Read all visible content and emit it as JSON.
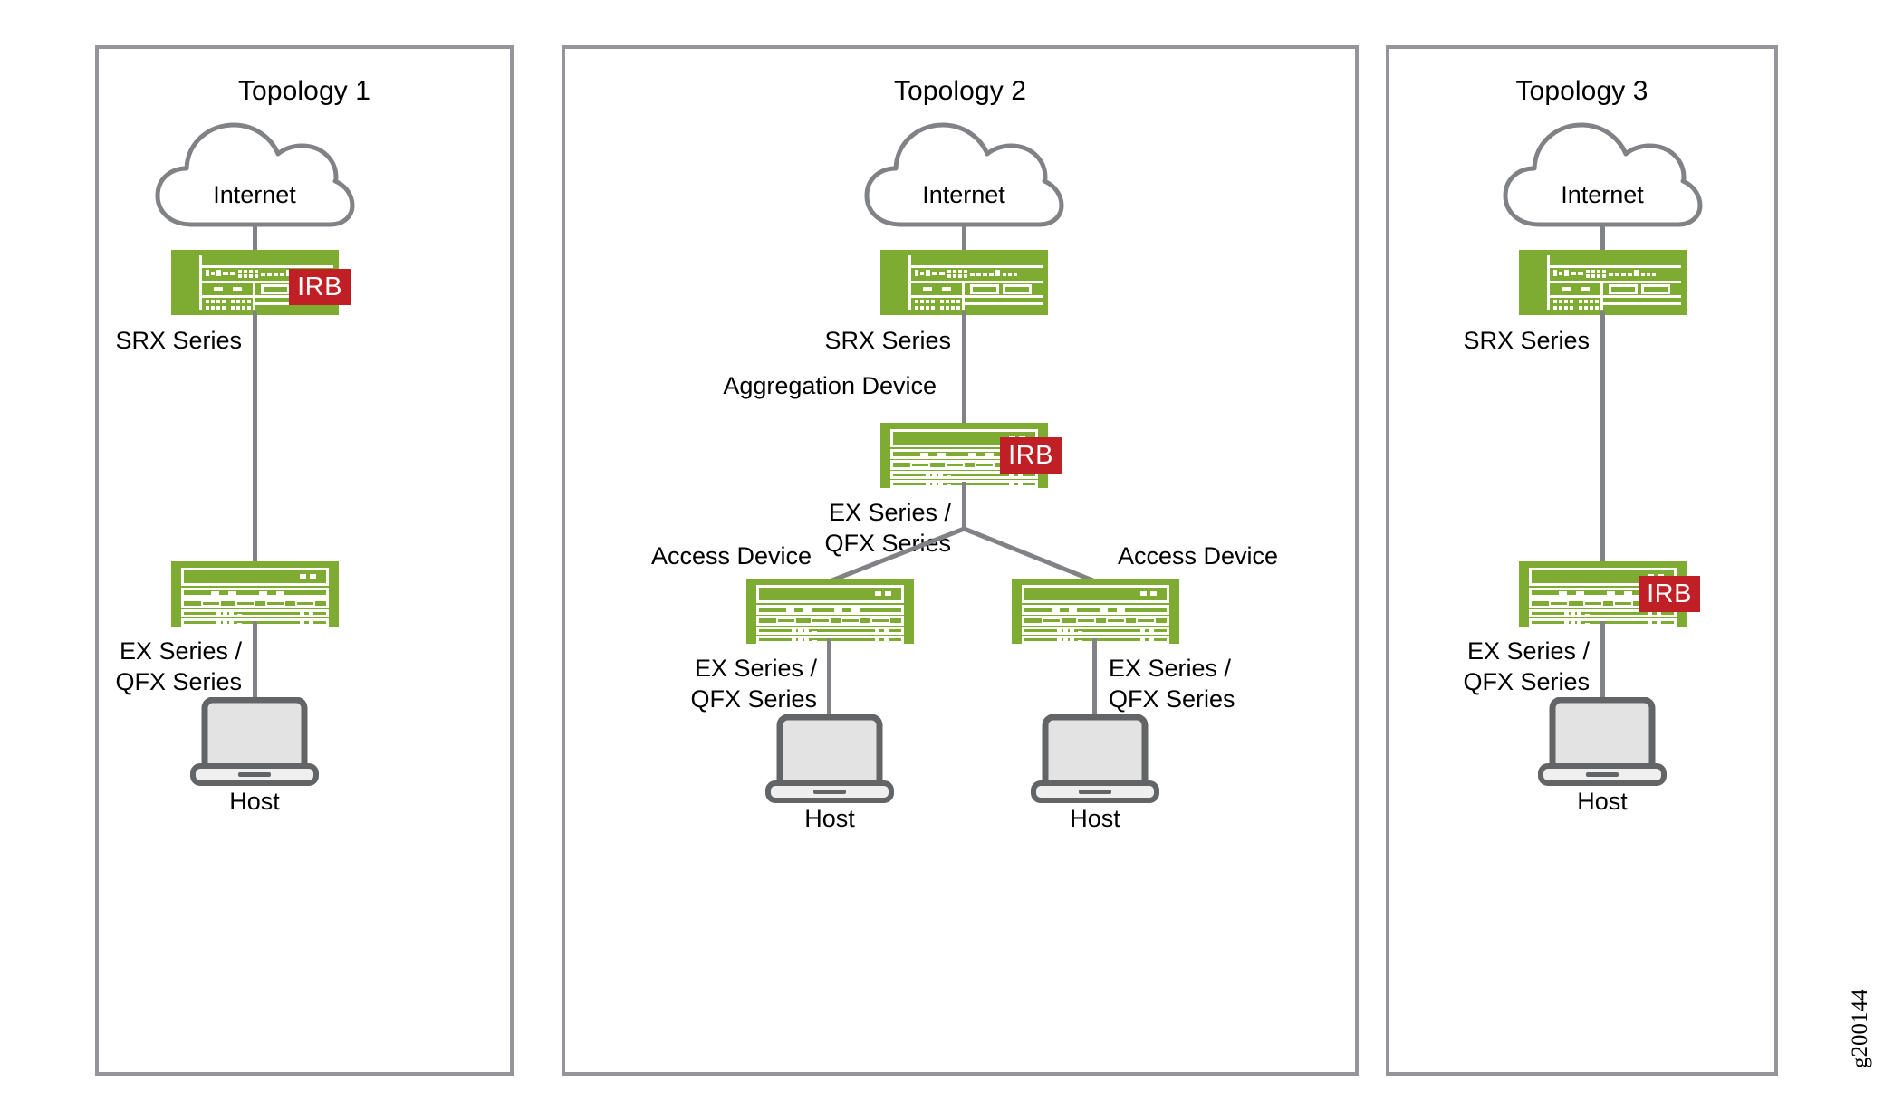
{
  "diagram": {
    "watermark": "g200144",
    "colors": {
      "device_green": "#7eab31",
      "irb_red": "#c01f26",
      "line_gray": "#808285",
      "panel_border": "#939598",
      "laptop_screen": "#e3e3e3"
    }
  },
  "panels": [
    {
      "id": "topology-1",
      "title": "Topology 1",
      "cloud_label": "Internet",
      "nodes": [
        {
          "id": "t1-srx",
          "type": "firewall",
          "label": "SRX Series",
          "irb": "IRB"
        },
        {
          "id": "t1-switch",
          "type": "switch",
          "label": "EX Series /\nQFX Series",
          "irb": null
        },
        {
          "id": "t1-host",
          "type": "host",
          "label": "Host",
          "irb": null
        }
      ]
    },
    {
      "id": "topology-2",
      "title": "Topology 2",
      "cloud_label": "Internet",
      "nodes": [
        {
          "id": "t2-srx",
          "type": "firewall",
          "label": "SRX Series",
          "irb": null,
          "role": null
        },
        {
          "id": "t2-agg",
          "type": "switch",
          "label": "EX Series /\nQFX Series",
          "irb": "IRB",
          "role": "Aggregation Device"
        },
        {
          "id": "t2-acc-l",
          "type": "switch",
          "label": "EX Series /\nQFX Series",
          "irb": null,
          "role": "Access Device"
        },
        {
          "id": "t2-acc-r",
          "type": "switch",
          "label": "EX Series /\nQFX Series",
          "irb": null,
          "role": "Access Device"
        },
        {
          "id": "t2-host-l",
          "type": "host",
          "label": "Host",
          "irb": null,
          "role": null
        },
        {
          "id": "t2-host-r",
          "type": "host",
          "label": "Host",
          "irb": null,
          "role": null
        }
      ]
    },
    {
      "id": "topology-3",
      "title": "Topology 3",
      "cloud_label": "Internet",
      "nodes": [
        {
          "id": "t3-srx",
          "type": "firewall",
          "label": "SRX Series",
          "irb": null
        },
        {
          "id": "t3-switch",
          "type": "switch",
          "label": "EX Series /\nQFX Series",
          "irb": "IRB"
        },
        {
          "id": "t3-host",
          "type": "host",
          "label": "Host",
          "irb": null
        }
      ]
    }
  ]
}
